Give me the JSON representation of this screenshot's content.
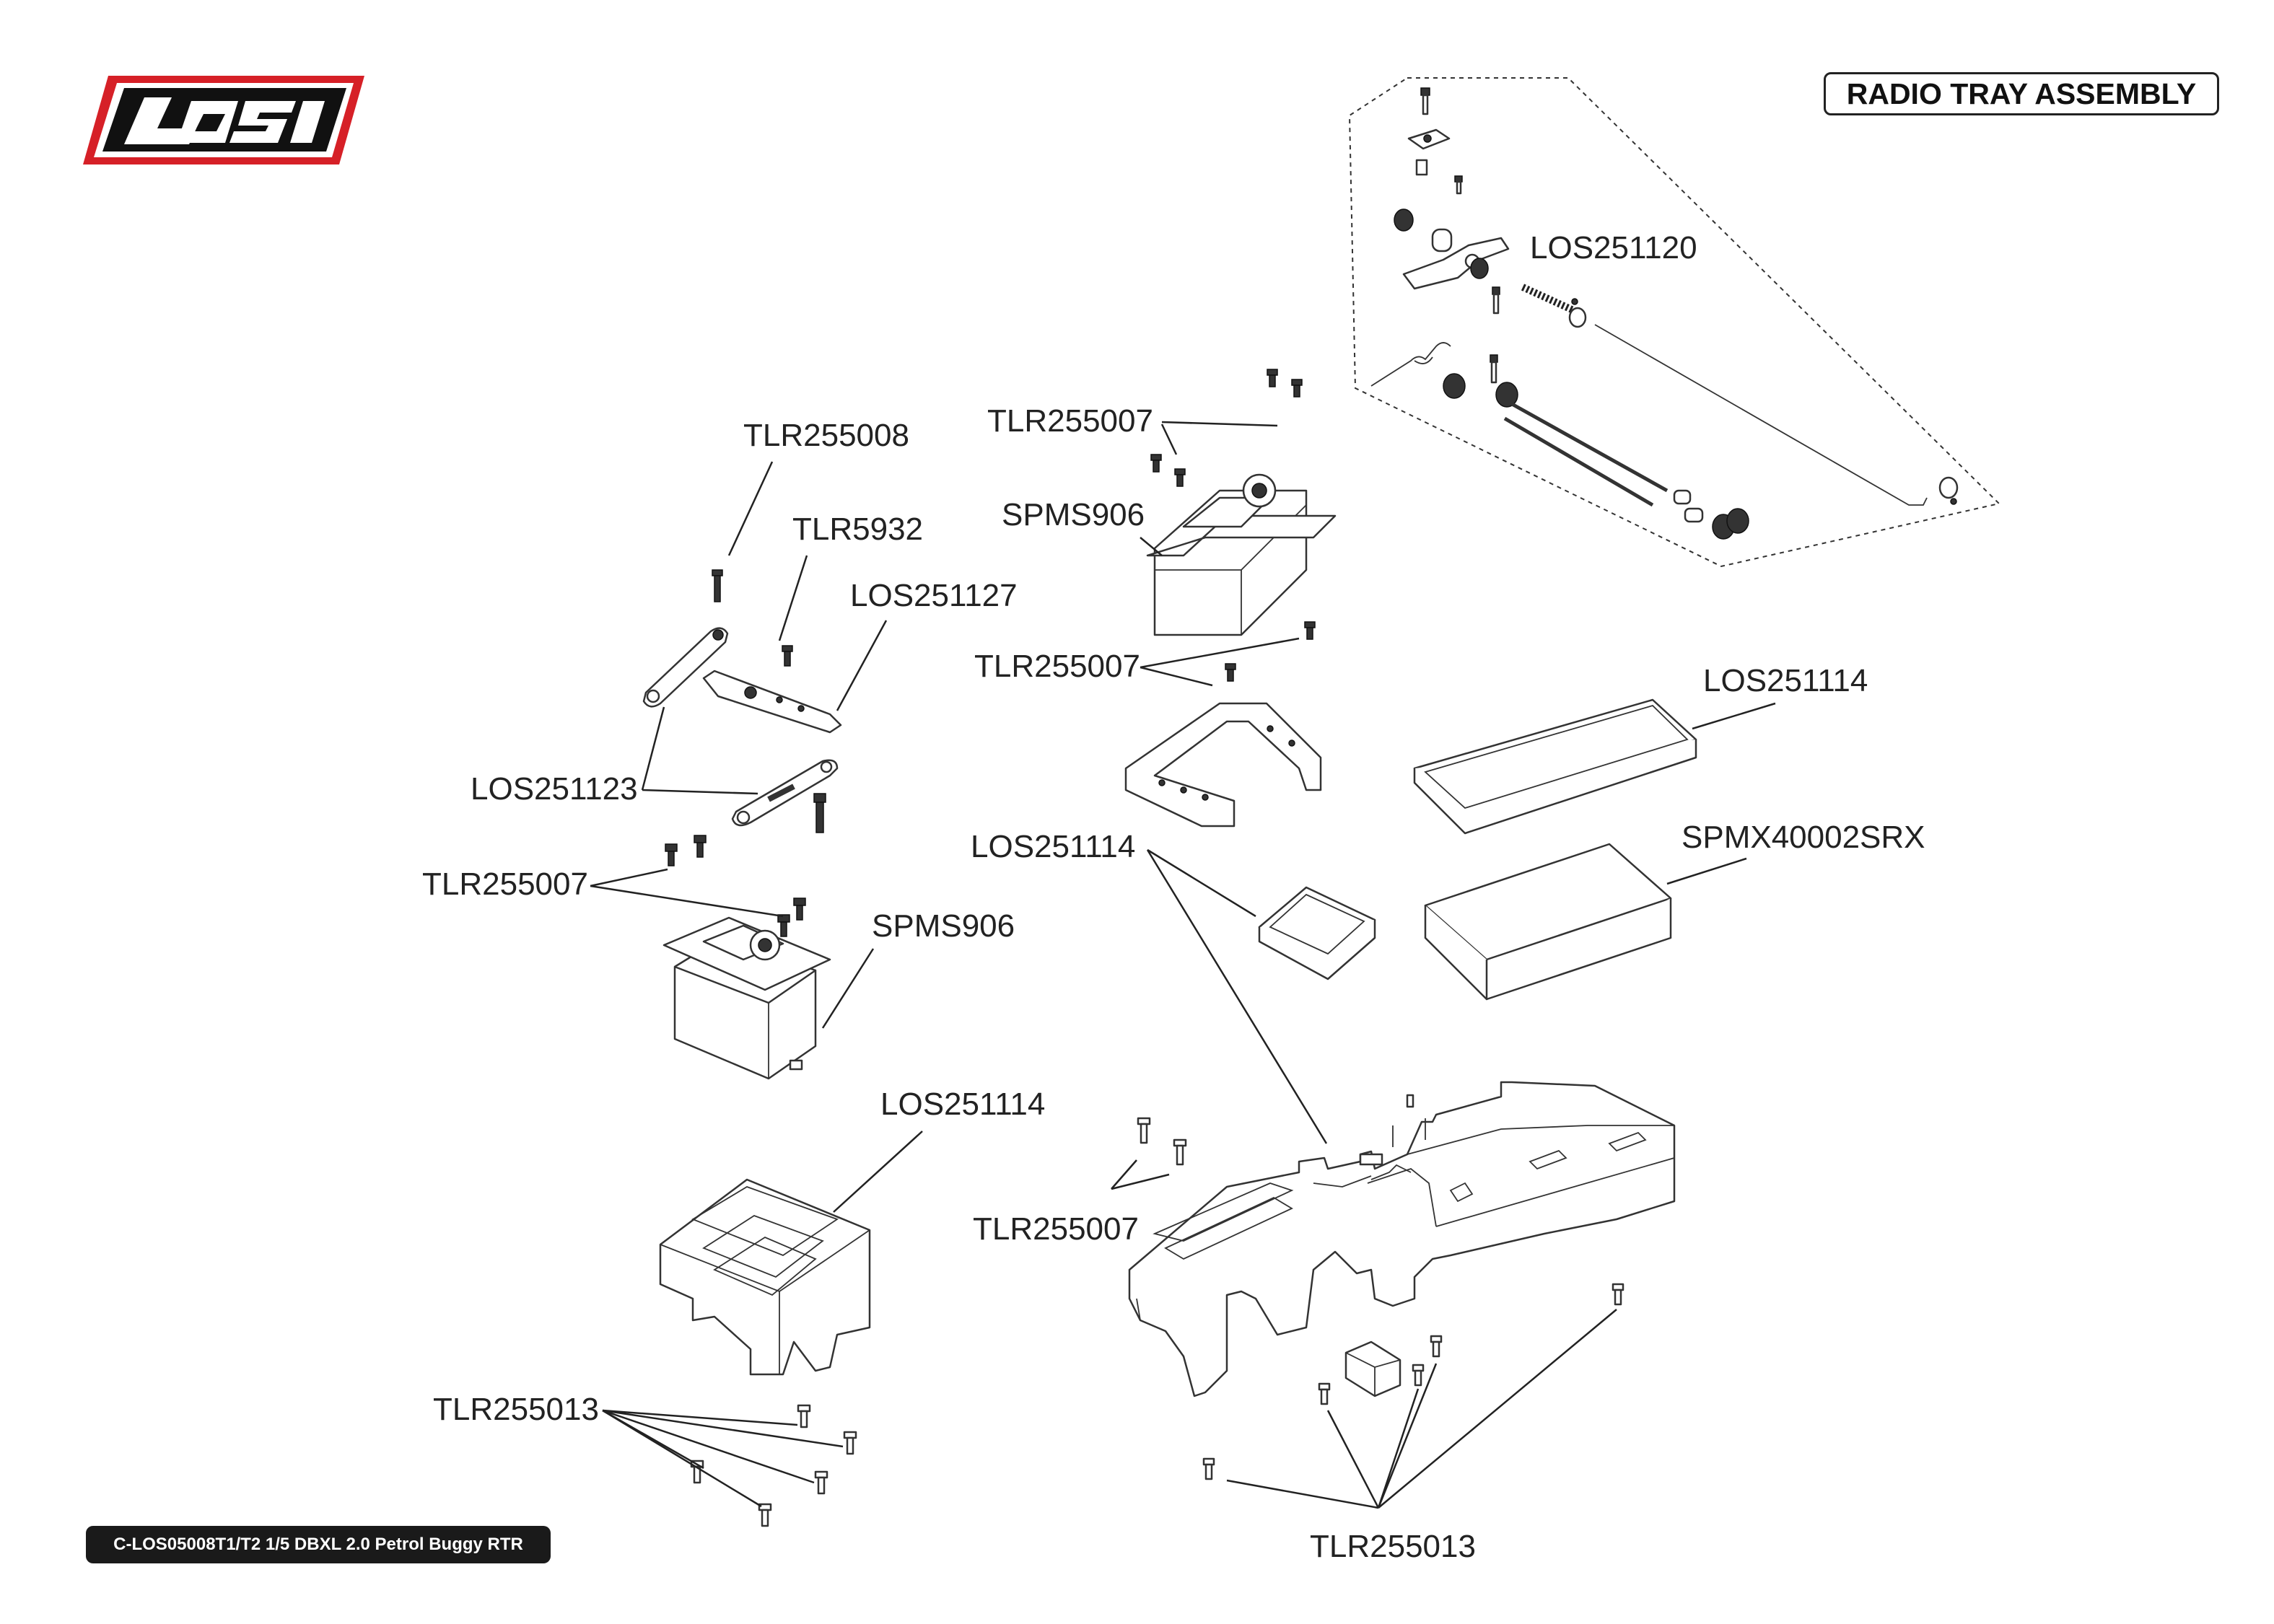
{
  "document": {
    "title": "RADIO TRAY ASSEMBLY",
    "footer": "C-LOS05008T1/T2 1/5 DBXL 2.0 Petrol Buggy RTR",
    "brand_logo": "LOSI"
  },
  "labels": {
    "los251120": "LOS251120",
    "tlr255007_top": "TLR255007",
    "spms906_top": "SPMS906",
    "tlr255008": "TLR255008",
    "tlr5932": "TLR5932",
    "los251127": "LOS251127",
    "tlr255007_mid": "TLR255007",
    "los251114_top": "LOS251114",
    "los251123": "LOS251123",
    "spmx40002srx": "SPMX40002SRX",
    "los251114_mid": "LOS251114",
    "tlr255007_left": "TLR255007",
    "spms906_left": "SPMS906",
    "los251114_low": "LOS251114",
    "tlr255007_low": "TLR255007",
    "tlr255013_left": "TLR255013",
    "tlr255013_bottom": "TLR255013"
  },
  "colors": {
    "logo_red": "#d62027",
    "ink": "#222222",
    "footer_bg": "#1a1a1a"
  }
}
